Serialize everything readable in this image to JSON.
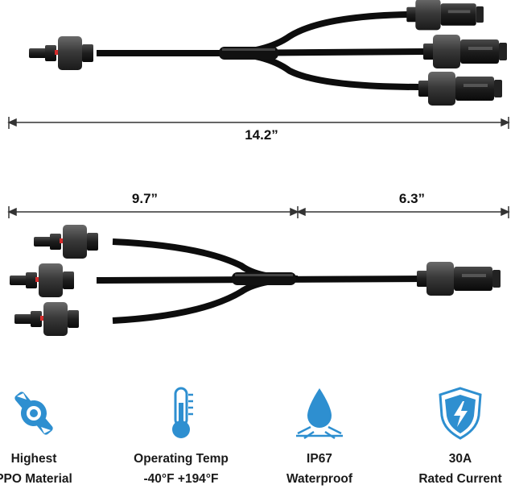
{
  "dimensions": {
    "top_total": "14.2”",
    "bottom_left": "9.7”",
    "bottom_right": "6.3”"
  },
  "colors": {
    "cable": "#0d0d0d",
    "connector_body": "#1c1c1c",
    "nut": "#3a3a3a",
    "accent_red": "#d42a2a",
    "icon_blue": "#2e8fd0",
    "dimension_line": "#333333"
  },
  "features": [
    {
      "icon": "wrench-bolt-icon",
      "line1": "Highest",
      "line2": "PPO Material"
    },
    {
      "icon": "thermometer-icon",
      "line1": "Operating Temp",
      "line2": "-40°F +194°F"
    },
    {
      "icon": "water-drop-icon",
      "line1": "IP67",
      "line2": "Waterproof"
    },
    {
      "icon": "lightning-shield-icon",
      "line1": "30A",
      "line2": "Rated Current"
    }
  ]
}
